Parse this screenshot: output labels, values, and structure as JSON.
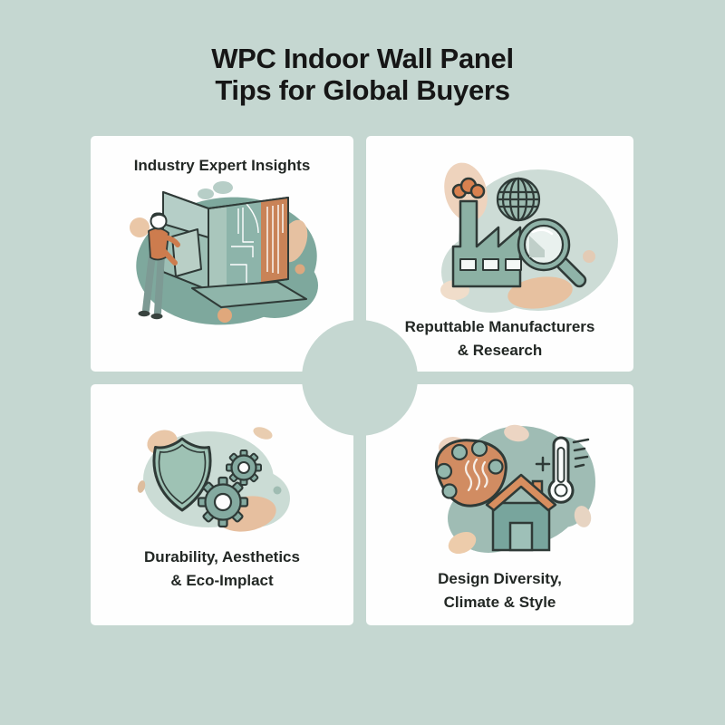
{
  "title": {
    "line1": "WPC Indoor Wall Panel",
    "line2": "Tips for Global Buyers"
  },
  "cards": [
    {
      "label_line1": "Industry Expert Insights",
      "label_line2": "",
      "illustration": "expert-reviewing-wall-panels"
    },
    {
      "label_line1": "Reputtable Manufacturers",
      "label_line2": "& Research",
      "illustration": "factory-globe-magnifier"
    },
    {
      "label_line1": "Durability, Aesthetics",
      "label_line2": "& Eco-Implact",
      "illustration": "shield-and-gears"
    },
    {
      "label_line1": "Design Diversity,",
      "label_line2": "Climate & Style",
      "illustration": "palette-house-thermometer"
    }
  ],
  "colors": {
    "background": "#c5d7d1",
    "card": "#fefefe",
    "title_text": "#161616",
    "label_text": "#222724",
    "outline": "#2f3a37",
    "sage_dark": "#7ea89d",
    "sage_mid": "#8fb3a8",
    "sage_light": "#cddcd6",
    "teal_wall": "#9dbfb5",
    "orange_panel": "#c98357",
    "orange_smoke": "#d9814f",
    "orange_roof": "#d88e5f",
    "terracotta_palette": "#d18c62",
    "peach_blob": "#e8c2a1",
    "peach_light": "#eed3bd"
  }
}
